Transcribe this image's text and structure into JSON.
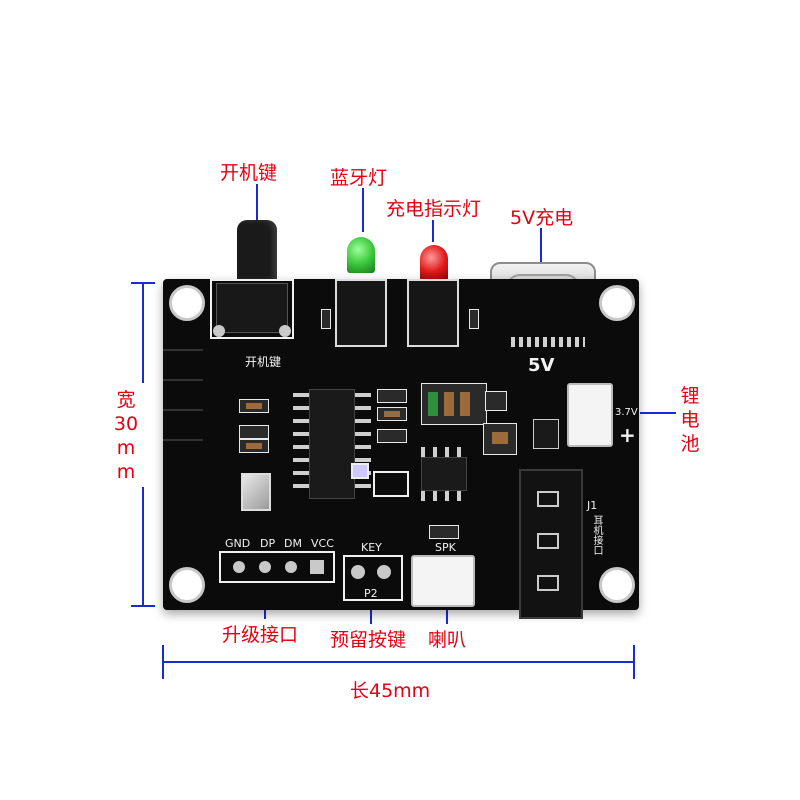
{
  "labels": {
    "power_key": "开机键",
    "bt_led": "蓝牙灯",
    "charge_led": "充电指示灯",
    "charge_5v": "5V充电",
    "battery": [
      "锂",
      "电",
      "池"
    ],
    "upgrade_port": "升级接口",
    "reserved_key": "预留按键",
    "speaker": "喇叭"
  },
  "dimensions": {
    "width_label": [
      "宽",
      "30",
      "m",
      "m"
    ],
    "length_label": "长45mm"
  },
  "silkscreen": {
    "power_key": "开机键",
    "usb_5v": "5V",
    "battery_v": "3.7V",
    "gnd": "GND",
    "dp": "DP",
    "dm": "DM",
    "vcc": "VCC",
    "key": "KEY",
    "p2": "P2",
    "spk": "SPK",
    "j1": "J1",
    "jack_text": "耳机接口"
  },
  "colors": {
    "annotation": "#e60012",
    "dimension_line": "#1a2bd6",
    "pcb": "#0b0b0c",
    "led_green": "#3cc83c",
    "led_red": "#e01818"
  }
}
